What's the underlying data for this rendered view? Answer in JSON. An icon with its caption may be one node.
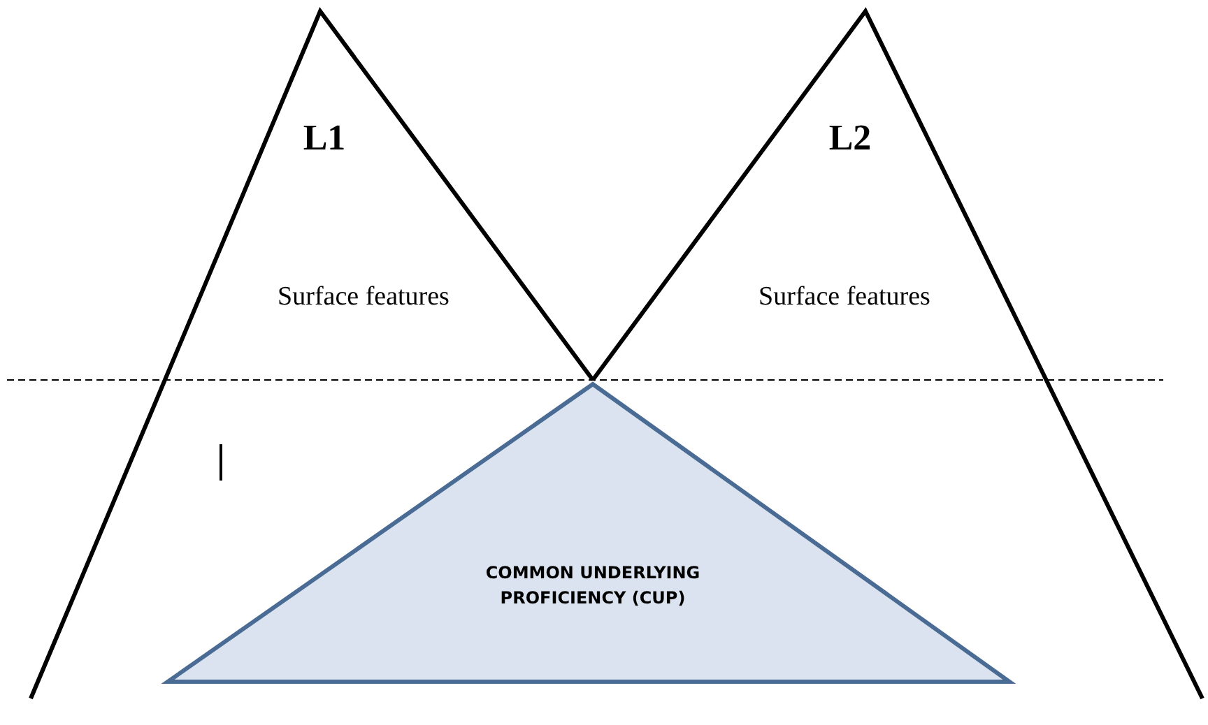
{
  "diagram": {
    "nodes": [
      {
        "text": [
          "L1",
          "Surface features"
        ]
      },
      {
        "text": [
          "L2",
          "Surface features"
        ]
      },
      {
        "text": [
          "COMMON UNDERLYING PROFICIENCY (CUP)"
        ]
      }
    ]
  }
}
